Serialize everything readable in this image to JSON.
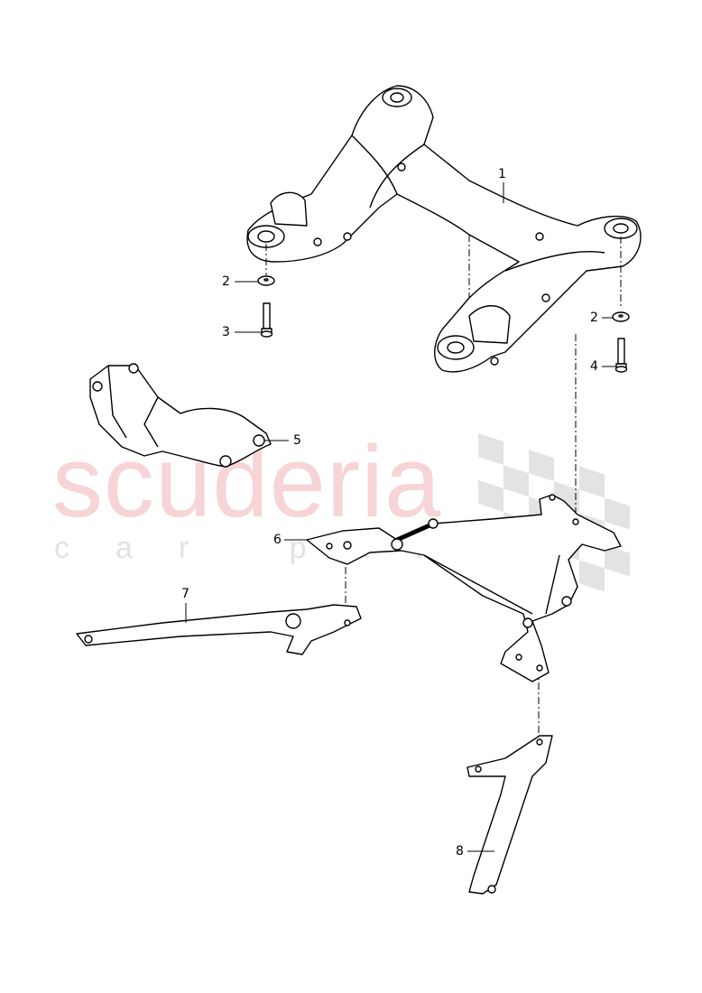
{
  "watermark": {
    "brand": "scuderia",
    "tagline": "car parts",
    "brand_color": "#f7d4d6",
    "tagline_color": "#e2e2e2",
    "flag_color": "#e0e0e0"
  },
  "diagram": {
    "type": "exploded parts diagram",
    "subject": "front subframe / axle carrier assembly",
    "line_color": "#000000",
    "callouts": [
      {
        "id": "1",
        "label": "1",
        "part": "subframe / axle carrier"
      },
      {
        "id": "2a",
        "label": "2",
        "part": "washer (left)"
      },
      {
        "id": "3",
        "label": "3",
        "part": "bolt (left)"
      },
      {
        "id": "2b",
        "label": "2",
        "part": "washer (right)"
      },
      {
        "id": "4",
        "label": "4",
        "part": "bolt (right)"
      },
      {
        "id": "5",
        "label": "5",
        "part": "cover / underbody shield"
      },
      {
        "id": "6",
        "label": "6",
        "part": "reinforcement frame / brace"
      },
      {
        "id": "7",
        "label": "7",
        "part": "strut brace (left)"
      },
      {
        "id": "8",
        "label": "8",
        "part": "strut brace (right)"
      }
    ]
  }
}
